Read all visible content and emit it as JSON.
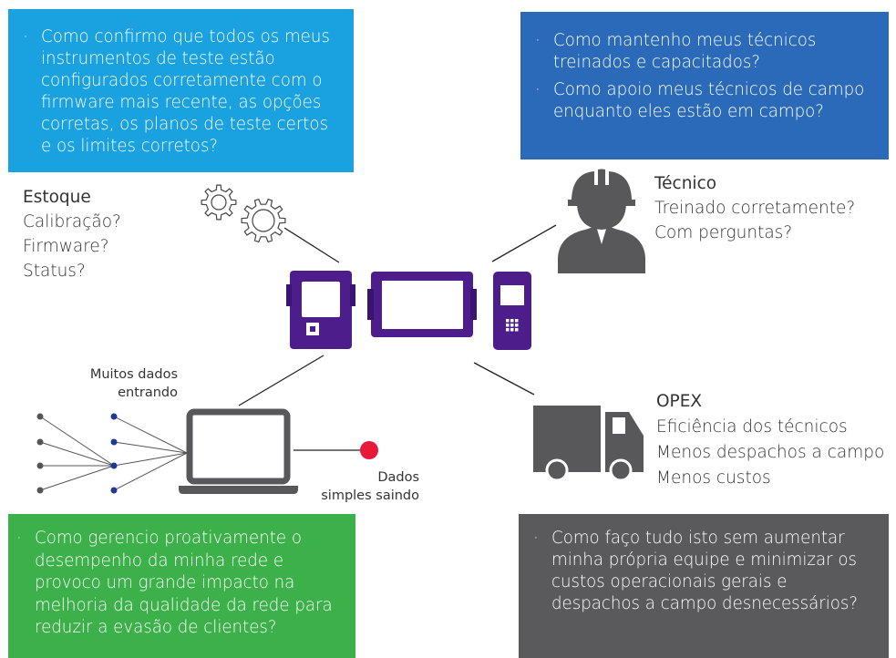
{
  "boxes": {
    "top_left": {
      "color": "#19a1e0",
      "bullets": [
        "Como confirmo que todos os meus instrumentos de teste estão configurados corretamente com o firmware mais recente, as opções corretas, os planos de teste certos e os limites corretos?"
      ]
    },
    "top_right": {
      "color": "#2a6ab8",
      "bullets": [
        "Como mantenho meus técnicos treinados e capacitados?",
        "Como apoio meus técnicos de campo enquanto eles estão em campo?"
      ]
    },
    "bottom_left": {
      "color": "#3cb14a",
      "bullets": [
        "Como gerencio proativamente o desempenho da minha rede e provoco um grande impacto na melhoria da qualidade da rede para reduzir a evasão de clientes?"
      ]
    },
    "bottom_right": {
      "color": "#5a5a5c",
      "bullets": [
        "Como faço tudo isto sem aumentar minha própria equipe e minimizar os custos operacionais gerais e despachos a campo desnecessários?"
      ]
    }
  },
  "estoque": {
    "title": "Estoque",
    "lines": [
      "Calibração?",
      "Firmware?",
      "Status?"
    ]
  },
  "tecnico": {
    "title": "Técnico",
    "lines": [
      "Treinado corretamente?",
      "Com perguntas?"
    ]
  },
  "opex": {
    "title": "OPEX",
    "lines": [
      "Eficiência dos técnicos",
      "Menos despachos a campo",
      "Menos custos"
    ]
  },
  "data_in": {
    "lines": [
      "Muitos dados",
      "entrando"
    ]
  },
  "data_out": {
    "lines": [
      "Dados",
      "simples saindo"
    ]
  },
  "colors": {
    "device": "#4d1d8c",
    "device_dark": "#3a1470",
    "icon_gray": "#58585a",
    "connector": "#222222",
    "red_dot": "#e8193b",
    "blue_dot": "#1f3a8f",
    "gray_dot": "#555555"
  }
}
